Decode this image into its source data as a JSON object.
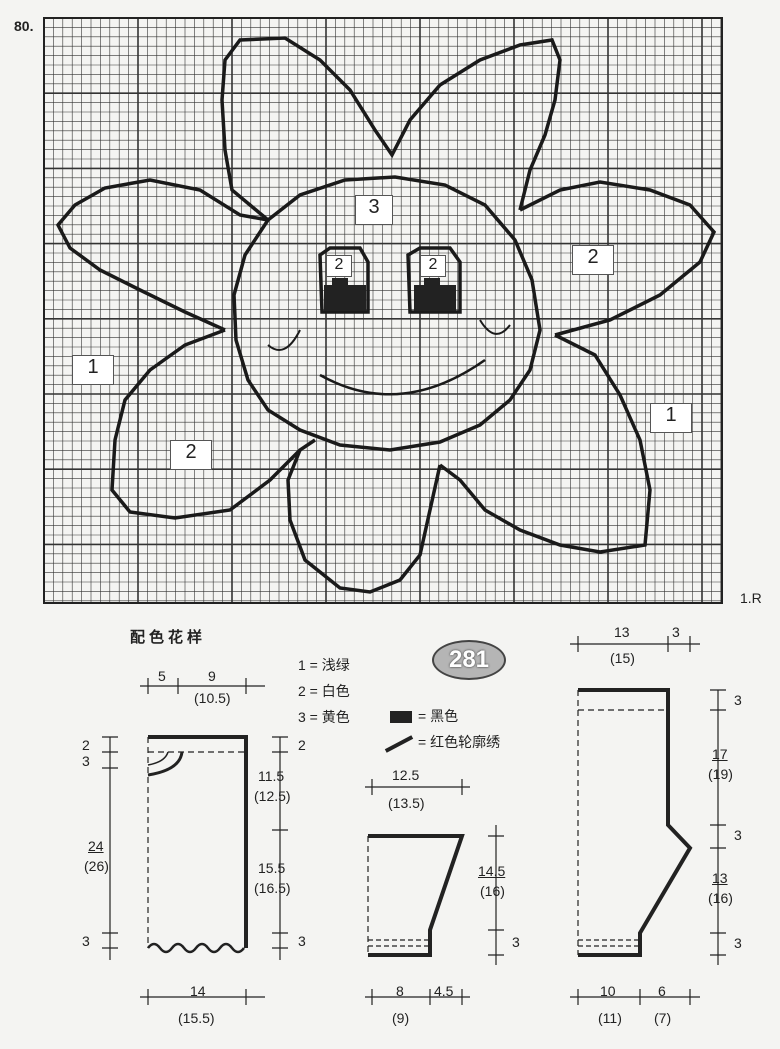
{
  "chart_number": "80.",
  "row_label": "1.R",
  "keys": [
    "3",
    "2",
    "2",
    "2",
    "1",
    "2",
    "1"
  ],
  "pattern_title": "配色花样",
  "badge": "281",
  "legend": {
    "items": [
      "1 = 浅绿",
      "2 = 白色",
      "3 = 黄色"
    ],
    "black_label": "= 黑色",
    "red_label": "= 红色轮廓绣"
  },
  "front": {
    "top_w": [
      "5",
      "9"
    ],
    "top_w_alt": "(10.5)",
    "left_h": [
      "2",
      "3",
      "24",
      "(26)",
      "3"
    ],
    "right_h": [
      "2",
      "11.5",
      "(12.5)",
      "15.5",
      "(16.5)",
      "3"
    ],
    "bottom_w": [
      "14",
      "(15.5)"
    ]
  },
  "sleeve": {
    "top_w": [
      "12.5",
      "(13.5)"
    ],
    "right_h": [
      "14.5",
      "(16)",
      "3"
    ],
    "bottom_w": [
      "8",
      "4.5",
      "(9)"
    ]
  },
  "side": {
    "top_w": [
      "13",
      "3",
      "(15)"
    ],
    "right_h": [
      "3",
      "17",
      "(19)",
      "3",
      "13",
      "(16)",
      "3"
    ],
    "bottom_w": [
      "10",
      "6",
      "(11)",
      "(7)"
    ]
  }
}
